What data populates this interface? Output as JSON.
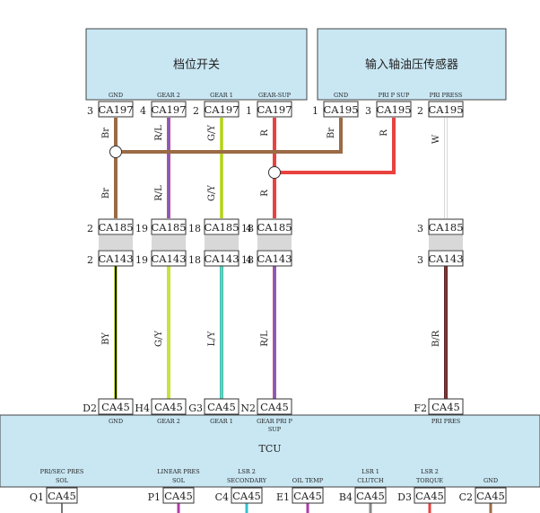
{
  "modules": {
    "gear_switch": {
      "title": "档位开关",
      "pins": [
        {
          "signal": "GND",
          "num": "3",
          "connector": "CA197"
        },
        {
          "signal": "GEAR 2",
          "num": "4",
          "connector": "CA197"
        },
        {
          "signal": "GEAR 1",
          "num": "2",
          "connector": "CA197"
        },
        {
          "signal": "GEAR-SUP",
          "num": "1",
          "connector": "CA197"
        }
      ]
    },
    "pressure_sensor": {
      "title": "输入轴油压传感器",
      "pins": [
        {
          "signal": "GND",
          "num": "1",
          "connector": "CA195"
        },
        {
          "signal": "PRI P SUP",
          "num": "3",
          "connector": "CA195"
        },
        {
          "signal": "PRI PRESS",
          "num": "2",
          "connector": "CA195"
        }
      ]
    },
    "tcu": {
      "title": "TCU",
      "top_pins": [
        {
          "num": "D2",
          "connector": "CA45",
          "signal": "GND"
        },
        {
          "num": "H4",
          "connector": "CA45",
          "signal": "GEAR 2"
        },
        {
          "num": "G3",
          "connector": "CA45",
          "signal": "GEAR 1"
        },
        {
          "num": "N2",
          "connector": "CA45",
          "signal": "GEAR PRI P SUP"
        },
        {
          "num": "F2",
          "connector": "CA45",
          "signal": "PRI PRES"
        }
      ],
      "bottom_pins": [
        {
          "num": "Q1",
          "connector": "CA45",
          "signal": "PRI/SEC PRES SOL"
        },
        {
          "num": "P1",
          "connector": "CA45",
          "signal": "LINEAR PRES SOL"
        },
        {
          "num": "C4",
          "connector": "CA45",
          "signal": "LSR 2 SECONDARY"
        },
        {
          "num": "E1",
          "connector": "CA45",
          "signal": "OIL TEMP"
        },
        {
          "num": "B4",
          "connector": "CA45",
          "signal": "LSR 1 CLUTCH"
        },
        {
          "num": "D3",
          "connector": "CA45",
          "signal": "LSR 2 TORQUE"
        },
        {
          "num": "C2",
          "connector": "CA45",
          "signal": "GND"
        }
      ]
    }
  },
  "inline": {
    "upper": [
      {
        "left": "2",
        "connector": "CA185",
        "right": "19"
      },
      {
        "left": "",
        "connector": "CA185",
        "right": "18"
      },
      {
        "left": "",
        "connector": "CA185",
        "right": "18"
      },
      {
        "left": "4",
        "connector": "CA185",
        "right": ""
      },
      {
        "left": "3",
        "connector": "CA185",
        "right": ""
      }
    ],
    "lower": [
      {
        "left": "2",
        "connector": "CA143",
        "right": "19"
      },
      {
        "left": "",
        "connector": "CA143",
        "right": "18"
      },
      {
        "left": "",
        "connector": "CA143",
        "right": "18"
      },
      {
        "left": "4",
        "connector": "CA143",
        "right": ""
      },
      {
        "left": "3",
        "connector": "CA143",
        "right": ""
      }
    ]
  },
  "wire_labels": {
    "upper": [
      "Br",
      "R/L",
      "G/Y",
      "R"
    ],
    "mid": [
      "Br",
      "R/L",
      "G/Y",
      "R"
    ],
    "sensor_gnd": "Br",
    "sensor_sup": "R",
    "sensor_press": "W",
    "lower": [
      "BY",
      "G/Y",
      "L/Y",
      "R/L",
      "B/R"
    ]
  },
  "colors": {
    "module_fill": "#c9e7f3",
    "brown": "#9a6b45",
    "red": "#e8423f",
    "white_wire": "#d8d8d8",
    "yellow_green": "#c8e33c",
    "magenta": "#b03ca7",
    "cyan": "#34c0cf",
    "black": "#1a1a1a",
    "dark_red": "#5a2525"
  }
}
